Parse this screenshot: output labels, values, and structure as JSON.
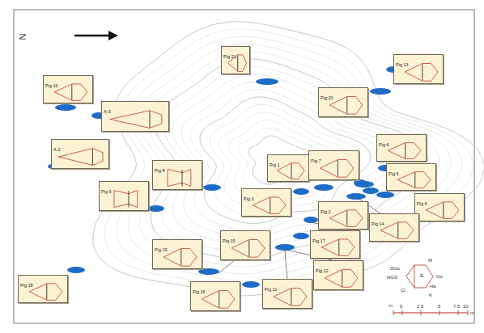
{
  "diagram": {
    "nodes": [
      {
        "text": [
          "Pig 10"
        ]
      },
      {
        "text": [
          "A-3"
        ]
      },
      {
        "text": [
          "Pig 21"
        ]
      },
      {
        "text": [
          "Pig 13"
        ]
      },
      {
        "text": [
          "Pig 20"
        ]
      },
      {
        "text": [
          "A-2"
        ]
      },
      {
        "text": [
          "Pig 9"
        ]
      },
      {
        "text": [
          "Pig 8"
        ]
      },
      {
        "text": [
          "Pig 1"
        ]
      },
      {
        "text": [
          "Pig 7"
        ]
      },
      {
        "text": [
          "Pig 6"
        ]
      },
      {
        "text": [
          "Pig 5"
        ]
      },
      {
        "text": [
          "Pig 3"
        ]
      },
      {
        "text": [
          "Pig 4"
        ]
      },
      {
        "text": [
          "Pig 2"
        ]
      },
      {
        "text": [
          "Pig 14"
        ]
      },
      {
        "text": [
          "Pig 15"
        ]
      },
      {
        "text": [
          "Pig 17"
        ]
      },
      {
        "text": [
          "Pig 19"
        ]
      },
      {
        "text": [
          "Pig 12"
        ]
      },
      {
        "text": [
          "Pig 18"
        ]
      },
      {
        "text": [
          "Pig 16"
        ]
      },
      {
        "text": [
          "Pig 11"
        ]
      }
    ],
    "labels": [
      "N",
      "SGs",
      "M",
      "E",
      "Gs",
      "HGS",
      "Ha",
      "Cl",
      "K",
      "m",
      "0",
      "2.5",
      "5",
      "7.5",
      "10",
      "m"
    ]
  }
}
